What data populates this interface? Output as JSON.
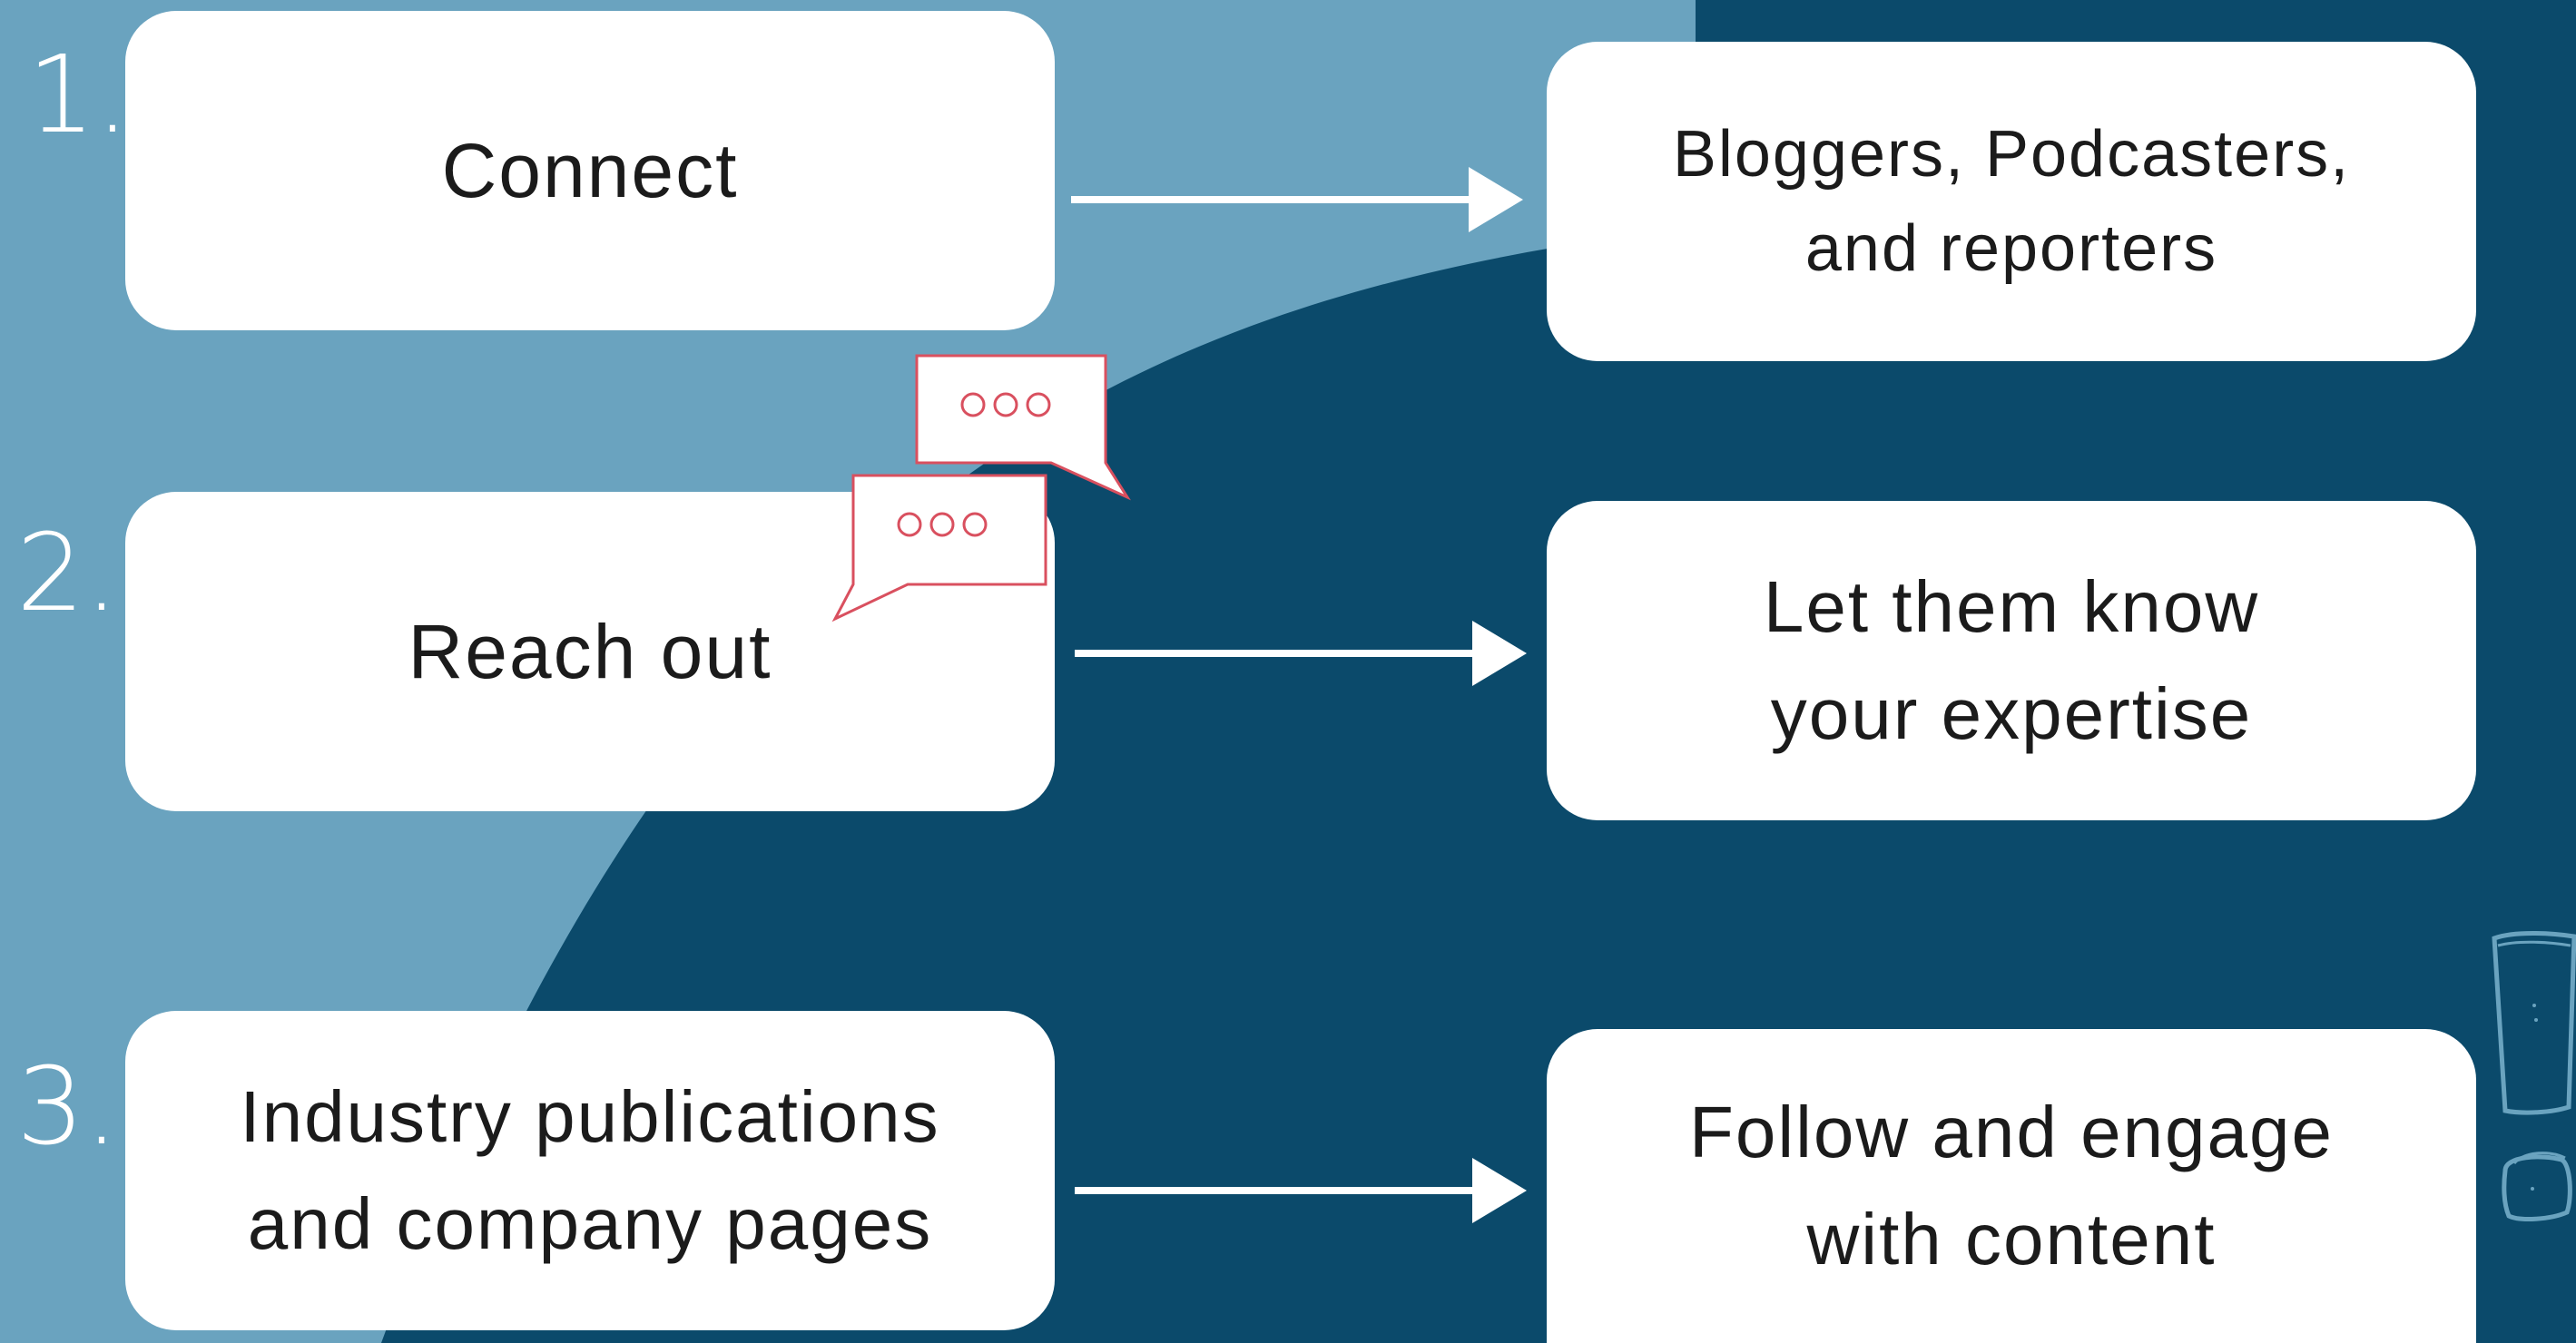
{
  "steps": [
    {
      "number": "1.",
      "left": "Connect",
      "right_line1": "Bloggers, Podcasters,",
      "right_line2": "and reporters"
    },
    {
      "number": "2.",
      "left": "Reach out",
      "right_line1": "Let them know",
      "right_line2": "your expertise"
    },
    {
      "number": "3.",
      "left_line1": "Industry publications",
      "left_line2": "and company pages",
      "right_line1": "Follow and engage",
      "right_line2": "with content"
    }
  ],
  "colors": {
    "light_blue": "#6aa3bf",
    "dark_blue": "#0b4a6b",
    "box": "#ffffff",
    "bubble_outline": "#d9505f"
  },
  "icons": [
    "chat-bubble-icon",
    "chat-bubble-icon",
    "exclamation-icon"
  ]
}
